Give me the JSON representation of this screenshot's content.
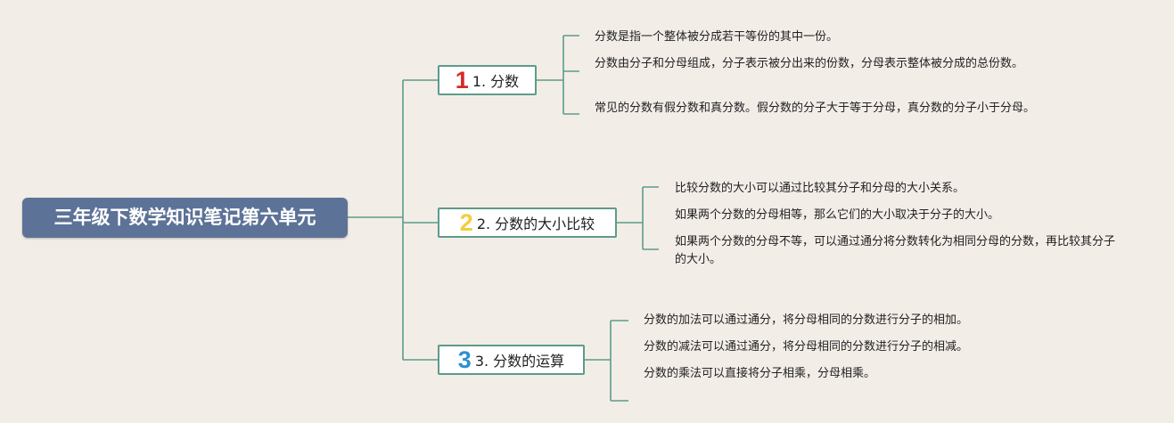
{
  "root": {
    "title": "三年级下数学知识笔记第六单元"
  },
  "branches": [
    {
      "badge": "1",
      "badge_color": "#d42a2a",
      "label": "1. 分数",
      "leaves": [
        "分数是指一个整体被分成若干等份的其中一份。",
        "分数由分子和分母组成，分子表示被分出来的份数，分母表示整体被分成的总份数。",
        "常见的分数有假分数和真分数。假分数的分子大于等于分母，真分数的分子小于分母。"
      ]
    },
    {
      "badge": "2",
      "badge_color": "#f2cd3c",
      "label": "2. 分数的大小比较",
      "leaves": [
        "比较分数的大小可以通过比较其分子和分母的大小关系。",
        "如果两个分数的分母相等，那么它们的大小取决于分子的大小。",
        "如果两个分数的分母不等，可以通过通分将分数转化为相同分母的分数，再比较其分子的大小。"
      ]
    },
    {
      "badge": "3",
      "badge_color": "#2f8fd0",
      "label": "3. 分数的运算",
      "leaves": [
        "分数的加法可以通过通分，将分母相同的分数进行分子的相加。",
        "分数的减法可以通过通分，将分母相同的分数进行分子的相减。",
        "分数的乘法可以直接将分子相乘，分母相乘。",
        ""
      ]
    }
  ],
  "colors": {
    "background": "#f3ede8",
    "root_fill": "#5d7297",
    "line": "#5d9c88"
  }
}
